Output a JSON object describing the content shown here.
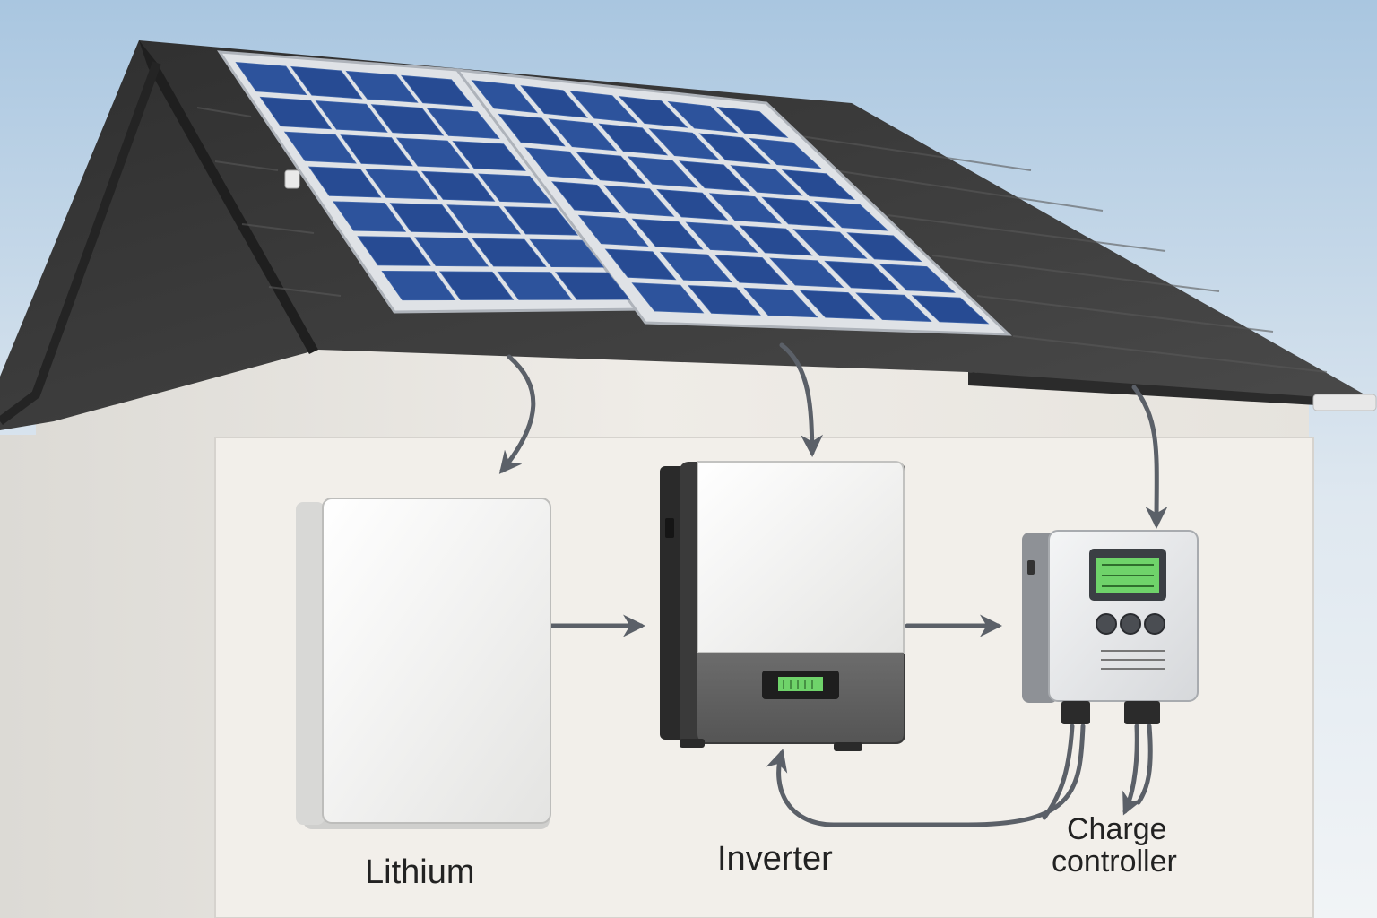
{
  "labels": {
    "battery": "Lithium",
    "inverter": "Inverter",
    "controller_line1": "Charge",
    "controller_line2": "controller"
  },
  "colors": {
    "sky_top": "#9fbfdc",
    "sky_bottom": "#eef3f7",
    "roof": "#3a3a3a",
    "wall": "#ece9e3",
    "panel_cell": "#25478d",
    "panel_frame": "#dcdfe3",
    "arrow": "#5b6068",
    "display": "#6fd36a"
  },
  "components": [
    {
      "id": "solar-panel-array",
      "name": "solar panels"
    },
    {
      "id": "battery",
      "name": "Lithium"
    },
    {
      "id": "inverter",
      "name": "Inverter"
    },
    {
      "id": "charge-controller",
      "name": "Charge controller"
    }
  ]
}
